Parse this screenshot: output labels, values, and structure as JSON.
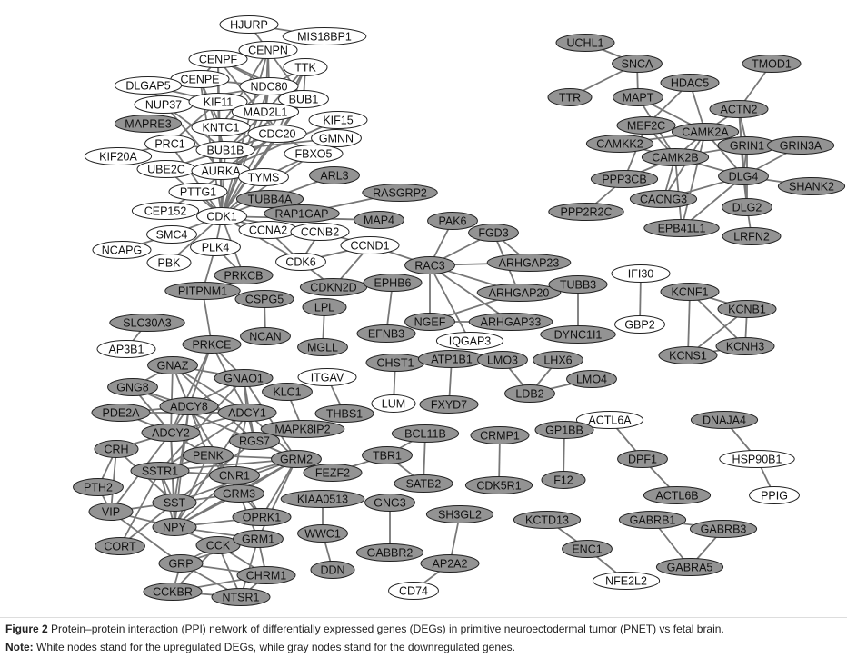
{
  "network": {
    "upregulated": [
      "HJURP",
      "MIS18BP1",
      "CENPN",
      "CENPF",
      "TTK",
      "CENPE",
      "DLGAP5",
      "NDC80",
      "BUB1",
      "NUP37",
      "KIF11",
      "MAD2L1",
      "KIF15",
      "KNTC1",
      "CDC20",
      "GMNN",
      "PRC1",
      "BUB1B",
      "FBXO5",
      "KIF20A",
      "UBE2C",
      "AURKA",
      "TYMS",
      "PTTG1",
      "CEP152",
      "CDK1",
      "CCNA2",
      "CCNB2",
      "SMC4",
      "NCAPG",
      "PLK4",
      "CCND1",
      "PBK",
      "CDK6",
      "IFI30",
      "GBP2",
      "IQGAP3",
      "AP3B1",
      "ITGAV",
      "LUM",
      "ACTL6A",
      "HSP90B1",
      "PPIG",
      "NFE2L2",
      "CD74"
    ],
    "downregulated": [
      "MAPRE3",
      "ARL3",
      "TUBB4A",
      "RASGRP2",
      "RAP1GAP",
      "MAP4",
      "PAK6",
      "FGD3",
      "RAC3",
      "ARHGAP23",
      "ARHGAP20",
      "NGEF",
      "ARHGAP33",
      "TUBB3",
      "DYNC1I1",
      "PRKCB",
      "CDKN2D",
      "EPHB6",
      "PITPNM1",
      "CSPG5",
      "LPL",
      "SLC30A3",
      "NCAN",
      "MGLL",
      "EFNB3",
      "PRKCE",
      "GNAZ",
      "GNAO1",
      "CHST1",
      "ATP1B1",
      "LMO3",
      "LHX6",
      "LMO4",
      "LDB2",
      "FXYD7",
      "KLC1",
      "GNG8",
      "ADCY8",
      "ADCY1",
      "PDE2A",
      "THBS1",
      "MAPK8IP2",
      "ADCY2",
      "BCL11B",
      "CRMP1",
      "GP1BB",
      "DNAJA4",
      "DPF1",
      "CRH",
      "PENK",
      "RGS7",
      "GRM2",
      "TBR1",
      "FEZF2",
      "SATB2",
      "CDK5R1",
      "F12",
      "ACTL6B",
      "SSTR1",
      "CNR1",
      "PTH2",
      "GRM3",
      "SST",
      "VIP",
      "NPY",
      "OPRK1",
      "KIAA0513",
      "GNG3",
      "SH3GL2",
      "KCTD13",
      "GABRB1",
      "GABRB3",
      "ENC1",
      "GABRA5",
      "CORT",
      "CCK",
      "GRM1",
      "WWC1",
      "GABBR2",
      "AP2A2",
      "DDN",
      "GRP",
      "CHRM1",
      "CCKBR",
      "NTSR1",
      "UCHL1",
      "SNCA",
      "TMOD1",
      "TTR",
      "MAPT",
      "HDAC5",
      "ACTN2",
      "MEF2C",
      "CAMK2A",
      "CAMKK2",
      "GRIN1",
      "GRIN3A",
      "CAMK2B",
      "DLG4",
      "SHANK2",
      "PPP3CB",
      "CACNG3",
      "PPP2R2C",
      "DLG2",
      "EPB41L1",
      "LRFN2",
      "KCNF1",
      "KCNB1",
      "KCNH3",
      "KCNS1"
    ],
    "edges": [
      [
        "HJURP",
        "MIS18BP1"
      ],
      [
        "HJURP",
        "CENPN"
      ],
      [
        "CENPN",
        "NDC80"
      ],
      [
        "CENPN",
        "BUB1"
      ],
      [
        "CENPN",
        "MAD2L1"
      ],
      [
        "CENPN",
        "KNTC1"
      ],
      [
        "CENPN",
        "CDK1"
      ],
      [
        "CENPF",
        "CENPE"
      ],
      [
        "CENPF",
        "NDC80"
      ],
      [
        "CENPF",
        "BUB1"
      ],
      [
        "CENPF",
        "KIF11"
      ],
      [
        "CENPF",
        "CDK1"
      ],
      [
        "CENPF",
        "CDC20"
      ],
      [
        "CENPE",
        "NDC80"
      ],
      [
        "CENPE",
        "BUB1B"
      ],
      [
        "CENPE",
        "KNTC1"
      ],
      [
        "CENPE",
        "CDK1"
      ],
      [
        "DLGAP5",
        "CENPE"
      ],
      [
        "DLGAP5",
        "AURKA"
      ],
      [
        "DLGAP5",
        "KIF11"
      ],
      [
        "NUP37",
        "NDC80"
      ],
      [
        "NUP37",
        "BUB1B"
      ],
      [
        "TTK",
        "NDC80"
      ],
      [
        "TTK",
        "BUB1"
      ],
      [
        "TTK",
        "MAD2L1"
      ],
      [
        "TTK",
        "CDC20"
      ],
      [
        "TTK",
        "CDK1"
      ],
      [
        "NDC80",
        "BUB1"
      ],
      [
        "NDC80",
        "MAD2L1"
      ],
      [
        "NDC80",
        "KNTC1"
      ],
      [
        "NDC80",
        "CDK1"
      ],
      [
        "BUB1",
        "BUB1B"
      ],
      [
        "BUB1",
        "CDC20"
      ],
      [
        "BUB1",
        "CDK1"
      ],
      [
        "MAD2L1",
        "CDC20"
      ],
      [
        "MAD2L1",
        "BUB1B"
      ],
      [
        "MAD2L1",
        "CDK1"
      ],
      [
        "KIF11",
        "AURKA"
      ],
      [
        "KIF11",
        "CDK1"
      ],
      [
        "KIF11",
        "MAD2L1"
      ],
      [
        "KNTC1",
        "CDC20"
      ],
      [
        "KNTC1",
        "CDK1"
      ],
      [
        "CDC20",
        "BUB1B"
      ],
      [
        "CDC20",
        "AURKA"
      ],
      [
        "CDC20",
        "PTTG1"
      ],
      [
        "CDC20",
        "FBXO5"
      ],
      [
        "CDC20",
        "CDK1"
      ],
      [
        "GMNN",
        "BUB1B"
      ],
      [
        "KIF15",
        "AURKA"
      ],
      [
        "PRC1",
        "KIF20A"
      ],
      [
        "PRC1",
        "BUB1B"
      ],
      [
        "PRC1",
        "KIF11"
      ],
      [
        "PRC1",
        "CDK1"
      ],
      [
        "UBE2C",
        "CDC20"
      ],
      [
        "UBE2C",
        "AURKA"
      ],
      [
        "UBE2C",
        "CDK1"
      ],
      [
        "AURKA",
        "TYMS"
      ],
      [
        "AURKA",
        "CDK1"
      ],
      [
        "BUB1B",
        "CDK1"
      ],
      [
        "TYMS",
        "CDK1"
      ],
      [
        "TYMS",
        "FBXO5"
      ],
      [
        "FBXO5",
        "CDK1"
      ],
      [
        "PTTG1",
        "CEP152"
      ],
      [
        "PTTG1",
        "CDK1"
      ],
      [
        "CEP152",
        "CDK1"
      ],
      [
        "ARL3",
        "TUBB4A"
      ],
      [
        "TUBB4A",
        "CDK1"
      ],
      [
        "RASGRP2",
        "RAP1GAP"
      ],
      [
        "MAP4",
        "CDK1"
      ],
      [
        "CDK1",
        "CCNA2"
      ],
      [
        "CDK1",
        "CCNB2"
      ],
      [
        "CDK1",
        "SMC4"
      ],
      [
        "CDK1",
        "PLK4"
      ],
      [
        "CDK1",
        "CDK6"
      ],
      [
        "CDK1",
        "PBK"
      ],
      [
        "CDK1",
        "PRKCB"
      ],
      [
        "NCAPG",
        "SMC4"
      ],
      [
        "CCNA2",
        "CCNB2"
      ],
      [
        "CCNA2",
        "CDK6"
      ],
      [
        "CCNB2",
        "CDK6"
      ],
      [
        "CCNB2",
        "CCND1"
      ],
      [
        "CCND1",
        "RAC3"
      ],
      [
        "CCND1",
        "CDKN2D"
      ],
      [
        "CDK6",
        "CDKN2D"
      ],
      [
        "CDK6",
        "CCND1"
      ],
      [
        "PLK4",
        "PITPNM1"
      ],
      [
        "PLK4",
        "PRKCB"
      ],
      [
        "PITPNM1",
        "PRKCE"
      ],
      [
        "RAC3",
        "PAK6"
      ],
      [
        "RAC3",
        "FGD3"
      ],
      [
        "RAC3",
        "ARHGAP23"
      ],
      [
        "RAC3",
        "ARHGAP20"
      ],
      [
        "RAC3",
        "ARHGAP33"
      ],
      [
        "RAC3",
        "NGEF"
      ],
      [
        "RAC3",
        "IQGAP3"
      ],
      [
        "FGD3",
        "ARHGAP23"
      ],
      [
        "FGD3",
        "ARHGAP20"
      ],
      [
        "NGEF",
        "ARHGAP20"
      ],
      [
        "NGEF",
        "ARHGAP33"
      ],
      [
        "EPHB6",
        "EFNB3"
      ],
      [
        "CSPG5",
        "NCAN"
      ],
      [
        "LPL",
        "MGLL"
      ],
      [
        "TUBB3",
        "DYNC1I1"
      ],
      [
        "IFI30",
        "GBP2"
      ],
      [
        "SLC30A3",
        "AP3B1"
      ],
      [
        "ITGAV",
        "THBS1"
      ],
      [
        "KLC1",
        "MAPK8IP2"
      ],
      [
        "CHST1",
        "LUM"
      ],
      [
        "ATP1B1",
        "FXYD7"
      ],
      [
        "LMO3",
        "LDB2"
      ],
      [
        "LHX6",
        "LDB2"
      ],
      [
        "LMO4",
        "LDB2"
      ],
      [
        "BCL11B",
        "TBR1"
      ],
      [
        "BCL11B",
        "SATB2"
      ],
      [
        "TBR1",
        "SATB2"
      ],
      [
        "TBR1",
        "FEZF2"
      ],
      [
        "CRMP1",
        "CDK5R1"
      ],
      [
        "GP1BB",
        "F12"
      ],
      [
        "ACTL6A",
        "DPF1"
      ],
      [
        "DPF1",
        "ACTL6B"
      ],
      [
        "DNAJA4",
        "HSP90B1"
      ],
      [
        "HSP90B1",
        "PPIG"
      ],
      [
        "KIAA0513",
        "WWC1"
      ],
      [
        "WWC1",
        "DDN"
      ],
      [
        "GNG3",
        "GABBR2"
      ],
      [
        "SH3GL2",
        "AP2A2"
      ],
      [
        "AP2A2",
        "CD74"
      ],
      [
        "KCTD13",
        "ENC1"
      ],
      [
        "ENC1",
        "NFE2L2"
      ],
      [
        "GABRB1",
        "GABRB3"
      ],
      [
        "GABRB1",
        "GABRA5"
      ],
      [
        "GABRB3",
        "GABRA5"
      ],
      [
        "KCNF1",
        "KCNB1"
      ],
      [
        "KCNF1",
        "KCNS1"
      ],
      [
        "KCNF1",
        "KCNH3"
      ],
      [
        "KCNB1",
        "KCNH3"
      ],
      [
        "KCNB1",
        "KCNS1"
      ],
      [
        "KCNS1",
        "KCNH3"
      ],
      [
        "PRKCE",
        "ADCY8"
      ],
      [
        "PRKCE",
        "ADCY1"
      ],
      [
        "PRKCE",
        "GNAO1"
      ],
      [
        "PRKCE",
        "ADCY2"
      ],
      [
        "GNAZ",
        "GNG8"
      ],
      [
        "GNAZ",
        "ADCY8"
      ],
      [
        "GNAZ",
        "ADCY1"
      ],
      [
        "GNAZ",
        "GNAO1"
      ],
      [
        "GNAZ",
        "ADCY2"
      ],
      [
        "GNAZ",
        "RGS7"
      ],
      [
        "GNAO1",
        "ADCY8"
      ],
      [
        "GNAO1",
        "ADCY1"
      ],
      [
        "GNAO1",
        "RGS7"
      ],
      [
        "GNAO1",
        "GRM2"
      ],
      [
        "GNAO1",
        "SSTR1"
      ],
      [
        "GNG8",
        "ADCY8"
      ],
      [
        "GNG8",
        "ADCY2"
      ],
      [
        "GNG8",
        "GRM2"
      ],
      [
        "PDE2A",
        "ADCY8"
      ],
      [
        "PDE2A",
        "ADCY1"
      ],
      [
        "PDE2A",
        "ADCY2"
      ],
      [
        "ADCY8",
        "ADCY1"
      ],
      [
        "ADCY8",
        "ADCY2"
      ],
      [
        "ADCY8",
        "PENK"
      ],
      [
        "ADCY8",
        "SST"
      ],
      [
        "ADCY8",
        "NPY"
      ],
      [
        "ADCY8",
        "GRM3"
      ],
      [
        "ADCY1",
        "ADCY2"
      ],
      [
        "ADCY1",
        "RGS7"
      ],
      [
        "ADCY1",
        "GRM2"
      ],
      [
        "ADCY1",
        "NPY"
      ],
      [
        "ADCY1",
        "SSTR1"
      ],
      [
        "ADCY1",
        "CNR1"
      ],
      [
        "ADCY2",
        "CRH"
      ],
      [
        "ADCY2",
        "VIP"
      ],
      [
        "ADCY2",
        "PENK"
      ],
      [
        "ADCY2",
        "SST"
      ],
      [
        "ADCY2",
        "NPY"
      ],
      [
        "CRH",
        "PTH2"
      ],
      [
        "CRH",
        "VIP"
      ],
      [
        "CRH",
        "SST"
      ],
      [
        "PTH2",
        "VIP"
      ],
      [
        "VIP",
        "SST"
      ],
      [
        "VIP",
        "NPY"
      ],
      [
        "VIP",
        "GRP"
      ],
      [
        "CORT",
        "SST"
      ],
      [
        "CORT",
        "SSTR1"
      ],
      [
        "PENK",
        "NPY"
      ],
      [
        "PENK",
        "OPRK1"
      ],
      [
        "PENK",
        "SSTR1"
      ],
      [
        "PENK",
        "CNR1"
      ],
      [
        "PENK",
        "GRM2"
      ],
      [
        "SSTR1",
        "SST"
      ],
      [
        "SSTR1",
        "NPY"
      ],
      [
        "SSTR1",
        "GRM2"
      ],
      [
        "SSTR1",
        "CNR1"
      ],
      [
        "CNR1",
        "GRM2"
      ],
      [
        "CNR1",
        "NPY"
      ],
      [
        "CNR1",
        "OPRK1"
      ],
      [
        "GRM3",
        "GRM2"
      ],
      [
        "GRM3",
        "NPY"
      ],
      [
        "GRM3",
        "GRM1"
      ],
      [
        "GRM3",
        "SST"
      ],
      [
        "SST",
        "NPY"
      ],
      [
        "SST",
        "GRM2"
      ],
      [
        "NPY",
        "GRM2"
      ],
      [
        "NPY",
        "CCK"
      ],
      [
        "NPY",
        "OPRK1"
      ],
      [
        "NPY",
        "GRM1"
      ],
      [
        "OPRK1",
        "GRM2"
      ],
      [
        "CCK",
        "CCKBR"
      ],
      [
        "CCK",
        "GRP"
      ],
      [
        "CCK",
        "CHRM1"
      ],
      [
        "CCK",
        "NTSR1"
      ],
      [
        "GRM1",
        "CHRM1"
      ],
      [
        "GRM1",
        "NTSR1"
      ],
      [
        "GRM1",
        "GRP"
      ],
      [
        "GRM1",
        "GRM2"
      ],
      [
        "GRP",
        "CCKBR"
      ],
      [
        "GRP",
        "NTSR1"
      ],
      [
        "GRP",
        "CHRM1"
      ],
      [
        "CCKBR",
        "NTSR1"
      ],
      [
        "CHRM1",
        "NTSR1"
      ],
      [
        "CCKBR",
        "CHRM1"
      ],
      [
        "RGS7",
        "GRM2"
      ],
      [
        "RGS7",
        "SST"
      ],
      [
        "UCHL1",
        "SNCA"
      ],
      [
        "SNCA",
        "TTR"
      ],
      [
        "SNCA",
        "MAPT"
      ],
      [
        "MAPT",
        "CAMK2A"
      ],
      [
        "MAPT",
        "CAMK2B"
      ],
      [
        "HDAC5",
        "MEF2C"
      ],
      [
        "HDAC5",
        "CAMK2A"
      ],
      [
        "TMOD1",
        "ACTN2"
      ],
      [
        "ACTN2",
        "CAMK2A"
      ],
      [
        "ACTN2",
        "GRIN1"
      ],
      [
        "ACTN2",
        "DLG4"
      ],
      [
        "ACTN2",
        "DLG2"
      ],
      [
        "MEF2C",
        "CAMK2B"
      ],
      [
        "MEF2C",
        "PPP3CB"
      ],
      [
        "CAMK2A",
        "CAMK2B"
      ],
      [
        "CAMK2A",
        "DLG4"
      ],
      [
        "CAMK2A",
        "CACNG3"
      ],
      [
        "CAMK2A",
        "EPB41L1"
      ],
      [
        "CAMK2A",
        "GRIN1"
      ],
      [
        "CAMKK2",
        "CAMK2B"
      ],
      [
        "CAMKK2",
        "CAMK2A"
      ],
      [
        "CAMK2B",
        "GRIN1"
      ],
      [
        "CAMK2B",
        "DLG4"
      ],
      [
        "CAMK2B",
        "CACNG3"
      ],
      [
        "CAMK2B",
        "EPB41L1"
      ],
      [
        "CAMK2B",
        "PPP3CB"
      ],
      [
        "GRIN1",
        "DLG4"
      ],
      [
        "GRIN1",
        "DLG2"
      ],
      [
        "GRIN3A",
        "DLG4"
      ],
      [
        "DLG4",
        "SHANK2"
      ],
      [
        "DLG4",
        "CACNG3"
      ],
      [
        "DLG4",
        "EPB41L1"
      ],
      [
        "DLG4",
        "DLG2"
      ],
      [
        "DLG2",
        "LRFN2"
      ],
      [
        "PPP3CB",
        "PPP2R2C"
      ]
    ],
    "colors": {
      "upregulated": "#ffffff",
      "downregulated": "#939393",
      "edge": "#777777"
    }
  },
  "caption": {
    "figure_label": "Figure 2",
    "figure_text": " Protein–protein interaction (PPI) network of differentially expressed genes (DEGs) in primitive neuroectodermal tumor (PNET) vs fetal brain.",
    "note_label": "Note:",
    "note_text": " White nodes stand for the upregulated DEGs, while gray nodes stand for the downregulated genes."
  }
}
